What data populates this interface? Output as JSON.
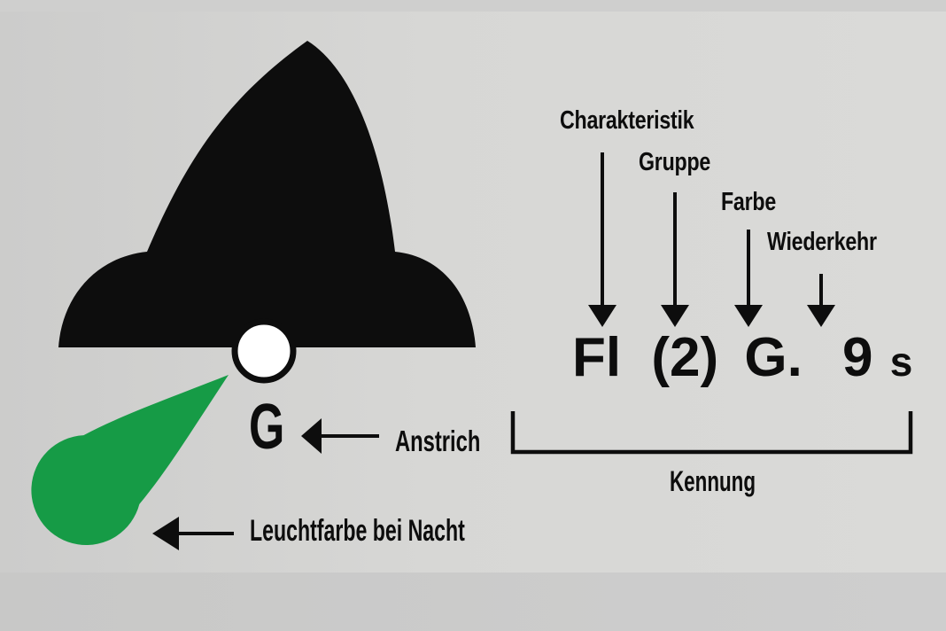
{
  "annotations": [
    {
      "label": "Charakteristik"
    },
    {
      "label": "Gruppe"
    },
    {
      "label": "Farbe"
    },
    {
      "label": "Wiederkehr"
    }
  ],
  "formula": {
    "characteristic": "Fl",
    "group": "(2)",
    "color": "G.",
    "period": "9",
    "unit": "s"
  },
  "kennung_label": "Kennung",
  "paint_label": "G",
  "paint_callout": "Anstrich",
  "night_callout": "Leuchtfarbe bei Nacht",
  "colors": {
    "symbol_black": "#0d0d0d",
    "sector_green": "#169b46",
    "background": "#d6d6d4"
  }
}
